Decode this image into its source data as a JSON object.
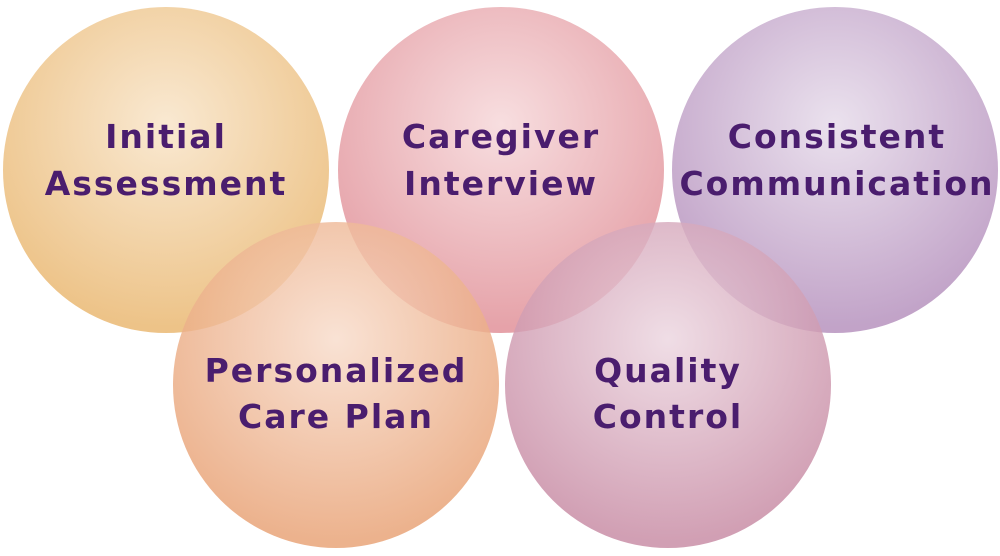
{
  "diagram": {
    "text_color": "#4a1d6e",
    "circles": [
      {
        "id": "initial-assessment",
        "lines": [
          "Initial",
          "Assessment"
        ],
        "color_light": "#f8e4c8",
        "color_dark": "#e9b66e"
      },
      {
        "id": "caregiver-interview",
        "lines": [
          "Caregiver",
          "Interview"
        ],
        "color_light": "#f6d7d9",
        "color_dark": "#e08e96"
      },
      {
        "id": "consistent-communication",
        "lines": [
          "Consistent",
          "Communication"
        ],
        "color_light": "#e6dbea",
        "color_dark": "#b48fbc"
      },
      {
        "id": "personalized-care-plan",
        "lines": [
          "Personalized",
          "Care Plan"
        ],
        "color_light": "#f8dccb",
        "color_dark": "#e8a174"
      },
      {
        "id": "quality-control",
        "lines": [
          "Quality",
          "Control"
        ],
        "color_light": "#ecd6e0",
        "color_dark": "#c78aa3"
      }
    ]
  }
}
